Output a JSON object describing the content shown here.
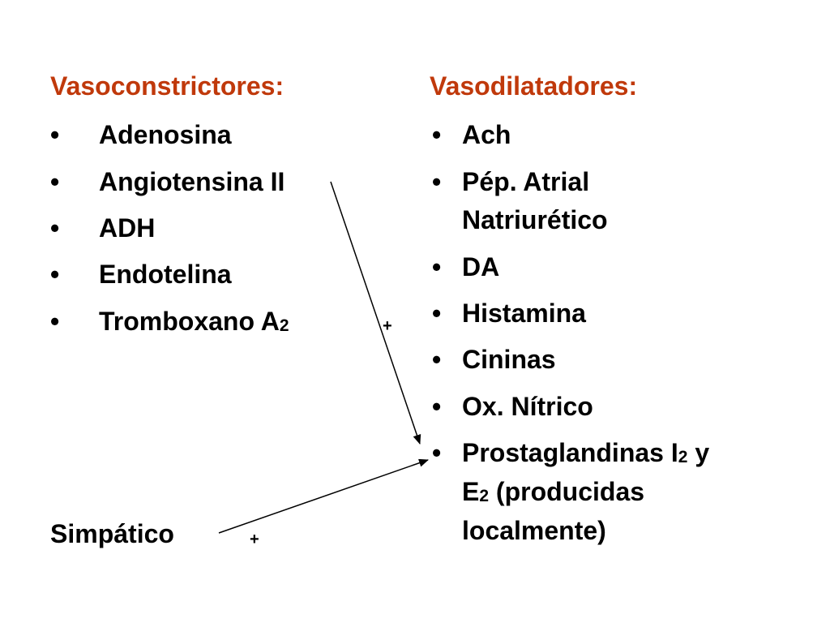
{
  "colors": {
    "heading": "#c0390b",
    "text": "#000000",
    "background": "#ffffff"
  },
  "left": {
    "heading": "Vasoconstrictores:",
    "bullet": "•",
    "items": [
      "Adenosina",
      "Angiotensina II",
      "ADH",
      "Endotelina"
    ],
    "tromboxano": {
      "text": "Tromboxano A",
      "sub": "2"
    },
    "plus": "+",
    "simpatico": "Simpático",
    "simpatico_plus": "+"
  },
  "right": {
    "heading": "Vasodilatadores:",
    "bullet": "•",
    "items": [
      "Ach",
      "Pép. Atrial",
      "Natriurético",
      "DA",
      "Histamina",
      "Cininas",
      "Ox. Nítrico"
    ],
    "prostaglandinas": {
      "t1": "Prostaglandinas I",
      "s1": "2",
      "t2": " y",
      "t3": "E",
      "s2": "2",
      "t4": " (producidas",
      "t5": "localmente)"
    }
  }
}
